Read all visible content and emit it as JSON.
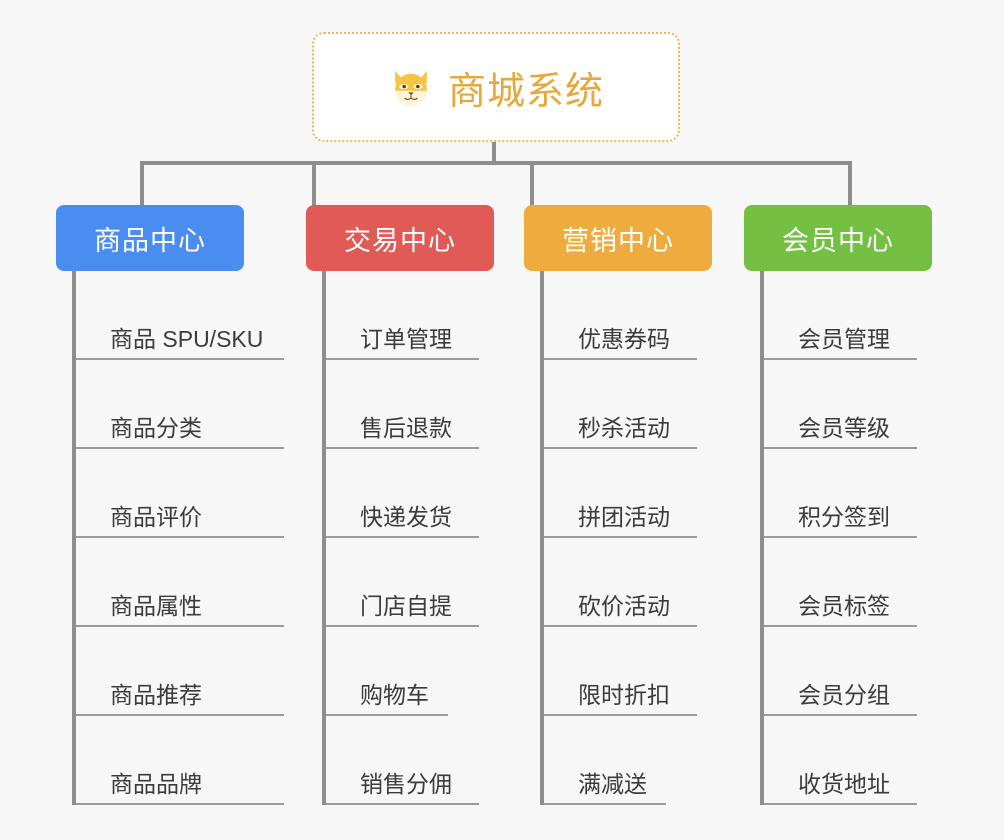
{
  "root": {
    "title": "商城系统",
    "icon": "shiba-dog-face-icon",
    "border_color": "#eab553",
    "title_color": "#e5a83c",
    "background": "#ffffff"
  },
  "canvas": {
    "background": "#f7f7f7",
    "connector_color": "#8e8e8e"
  },
  "branches": [
    {
      "label": "商品中心",
      "color": "#4a8df0",
      "leaves": [
        {
          "label": "商品 SPU/SKU"
        },
        {
          "label": "商品分类"
        },
        {
          "label": "商品评价"
        },
        {
          "label": "商品属性"
        },
        {
          "label": "商品推荐"
        },
        {
          "label": "商品品牌"
        }
      ]
    },
    {
      "label": "交易中心",
      "color": "#e05b56",
      "leaves": [
        {
          "label": "订单管理"
        },
        {
          "label": "售后退款"
        },
        {
          "label": "快递发货"
        },
        {
          "label": "门店自提"
        },
        {
          "label": "购物车"
        },
        {
          "label": "销售分佣"
        }
      ]
    },
    {
      "label": "营销中心",
      "color": "#edac3d",
      "leaves": [
        {
          "label": "优惠券码"
        },
        {
          "label": "秒杀活动"
        },
        {
          "label": "拼团活动"
        },
        {
          "label": "砍价活动"
        },
        {
          "label": "限时折扣"
        },
        {
          "label": "满减送"
        }
      ]
    },
    {
      "label": "会员中心",
      "color": "#74c043",
      "leaves": [
        {
          "label": "会员管理"
        },
        {
          "label": "会员等级"
        },
        {
          "label": "积分签到"
        },
        {
          "label": "会员标签"
        },
        {
          "label": "会员分组"
        },
        {
          "label": "收货地址"
        }
      ]
    }
  ]
}
